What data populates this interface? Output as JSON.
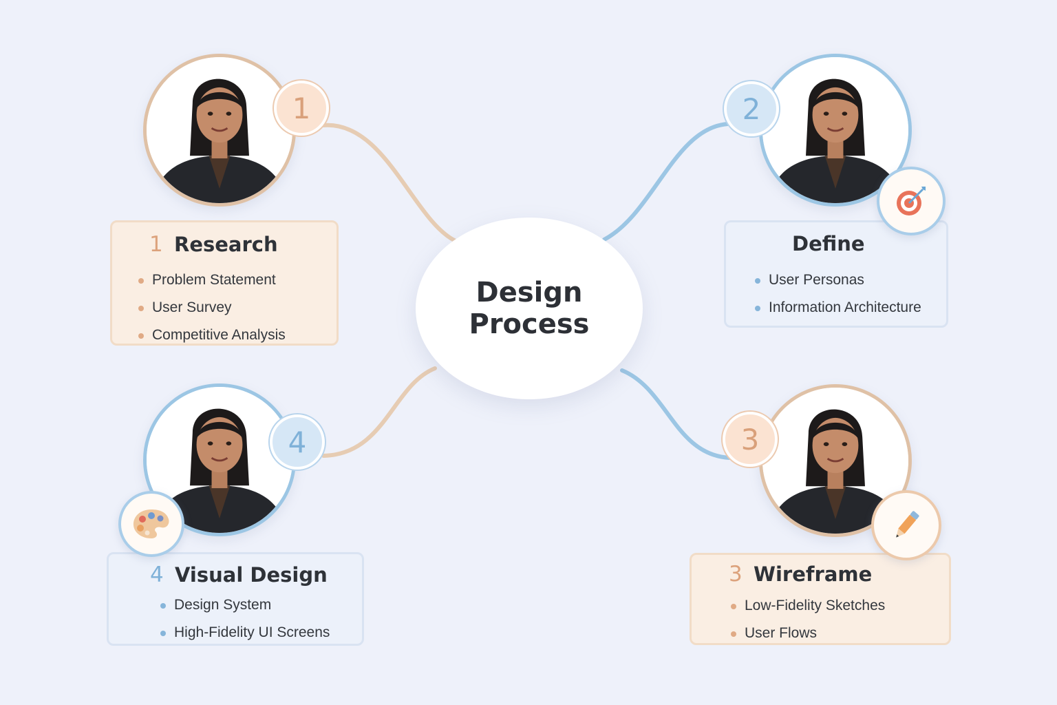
{
  "hub": {
    "title": "Design Process"
  },
  "colors": {
    "background": "#eef1fa",
    "orange_accent": "#dca27c",
    "blue_accent": "#7fb1d8",
    "orange_connector": "#e6ccb3",
    "blue_connector": "#9cc6e4"
  },
  "steps": [
    {
      "number": "1",
      "title": "Research",
      "accent": "orange",
      "items": [
        "Problem Statement",
        "User Survey",
        "Competitive Analysis"
      ]
    },
    {
      "number": "2",
      "title": "Define",
      "accent": "blue",
      "icon": "target-icon",
      "items": [
        "User Personas",
        "Information Architecture"
      ]
    },
    {
      "number": "3",
      "title": "Wireframe",
      "accent": "orange",
      "icon": "pencil-icon",
      "items": [
        "Low-Fidelity Sketches",
        "User Flows"
      ]
    },
    {
      "number": "4",
      "title": "Visual Design",
      "accent": "blue",
      "icon": "palette-icon",
      "items": [
        "Design System",
        "High-Fidelity UI Screens"
      ]
    }
  ]
}
